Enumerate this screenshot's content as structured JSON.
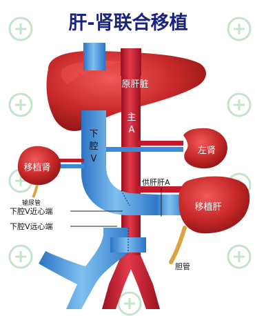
{
  "title": "肝-肾联合移植",
  "labels": {
    "original_liver": "原肝脏",
    "aorta_line1": "主",
    "aorta_line2": "A",
    "ivc_line1": "下",
    "ivc_line2": "腔",
    "ivc_line3": "V",
    "left_kidney": "左肾",
    "transplanted_kidney": "移植肾",
    "ureter": "输尿管",
    "donor_hepatic_artery": "供肝肝A",
    "transplanted_liver": "移植肝",
    "ivc_proximal": "下腔V近心端",
    "ivc_distal": "下腔V远心端",
    "bile_duct": "胆管"
  },
  "colors": {
    "title": "#1a237e",
    "liver": "#c62828",
    "liver_highlight": "#ef5350",
    "vein": "#3b8ad9",
    "vein_highlight": "#7fc0f0",
    "artery": "#c2182b",
    "bile": "#d9a441",
    "watermark": "#b9dfc4"
  },
  "watermark_icon": "hospital-logo-icon"
}
